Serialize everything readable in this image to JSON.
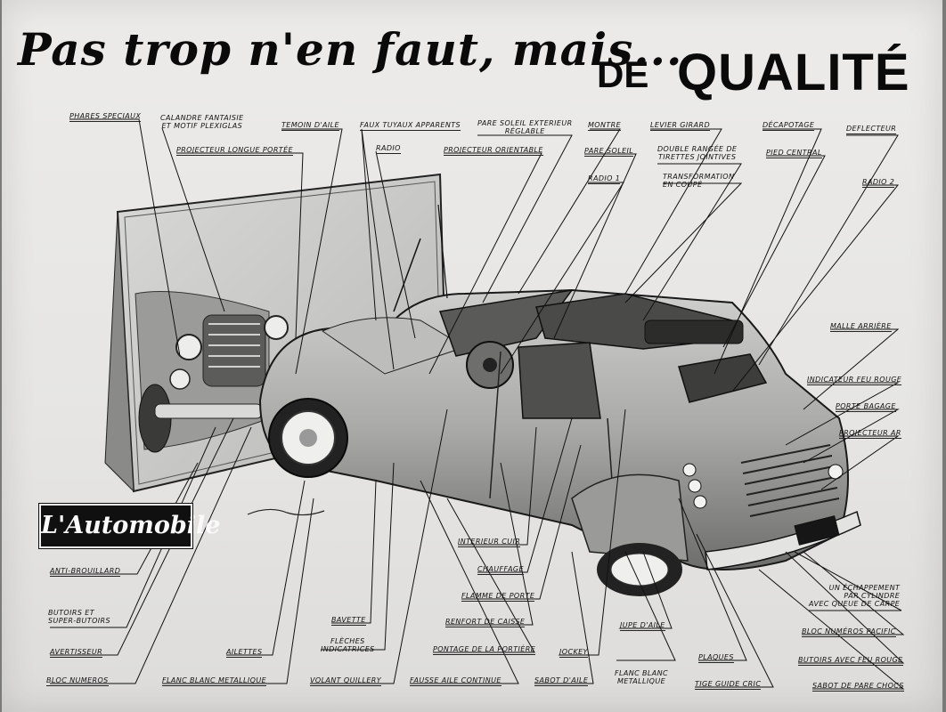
{
  "headline": {
    "script_text": "Pas trop n'en faut, mais...",
    "de": "DE",
    "qualite": "QUALITÉ"
  },
  "logo": {
    "text": "L'Automobile"
  },
  "labels": {
    "phares_speciaux": "PHARES SPECIAUX",
    "calandre": "CALANDRE FANTAISIE\nET MOTIF PLEXIGLAS",
    "temoin_aile": "TEMOIN D'AILE",
    "faux_tuyaux": "FAUX TUYAUX APPARENTS",
    "pare_soleil_ext": "PARE SOLEIL EXTERIEUR\nRÉGLABLE",
    "montre": "MONTRE",
    "levier_girard": "LEVIER GIRARD",
    "decapotage": "DÉCAPOTAGE",
    "deflecteur": "DEFLECTEUR",
    "projecteur_longue": "PROJECTEUR LONGUE PORTÉE",
    "radio": "RADIO",
    "projecteur_orientable": "PROJECTEUR ORIENTABLE",
    "pare_soleil": "PARE SOLEIL",
    "double_rangee": "DOUBLE RANGÉE DE\nTIRETTES JOINTIVES",
    "pied_central": "PIED CENTRAL",
    "radio_1": "RADIO 1",
    "transformation": "TRANSFORMATION\nEN COUPÉ",
    "radio_2": "RADIO 2",
    "malle_arriere": "MALLE ARRIÈRE",
    "indicateur_feu": "INDICATEUR FEU ROUGE",
    "porte_bagage": "PORTE BAGAGE",
    "projecteur_ar": "PROJECTEUR AR",
    "anti_brouillard": "ANTI-BROUILLARD",
    "butoirs": "BUTOIRS ET\nSUPER-BUTOIRS",
    "avertisseur": "AVERTISSEUR",
    "bloc_numeros": "BLOC NUMEROS",
    "ailettes": "AILETTES",
    "flanc_blanc": "FLANC BLANC METALLIQUE",
    "bavette": "BAVETTE",
    "fleches": "FLÈCHES\nINDICATRICES",
    "volant": "VOLANT QUILLERY",
    "interieur_cuir": "INTERIEUR CUIR",
    "chauffage": "CHAUFFAGE",
    "flamme": "FLAMME DE PORTE",
    "renfort": "RENFORT DE CAISSE",
    "pontage": "PONTAGE DE LA PORTIÈRE",
    "fausse_aile": "FAUSSE AILE CONTINUE",
    "jockey": "JOCKEY",
    "sabot_aile": "SABOT D'AILE",
    "jupe_aile": "JUPE D'AILE",
    "flanc_blanc_2": "FLANC BLANC\nMETALLIQUE",
    "plaques": "PLAQUES",
    "tige_guide": "TIGE GUIDE CRIC",
    "echappement": "UN ÉCHAPPEMENT\nPAR CYLINDRE\nAVEC QUEUE DE CARPE",
    "bloc_pacific": "BLOC NUMÉROS PACIFIC",
    "butoirs_feu": "BUTOIRS AVEC FEU ROUGE",
    "sabot_pare_chocs": "SABOT DE PARE CHOCS"
  }
}
